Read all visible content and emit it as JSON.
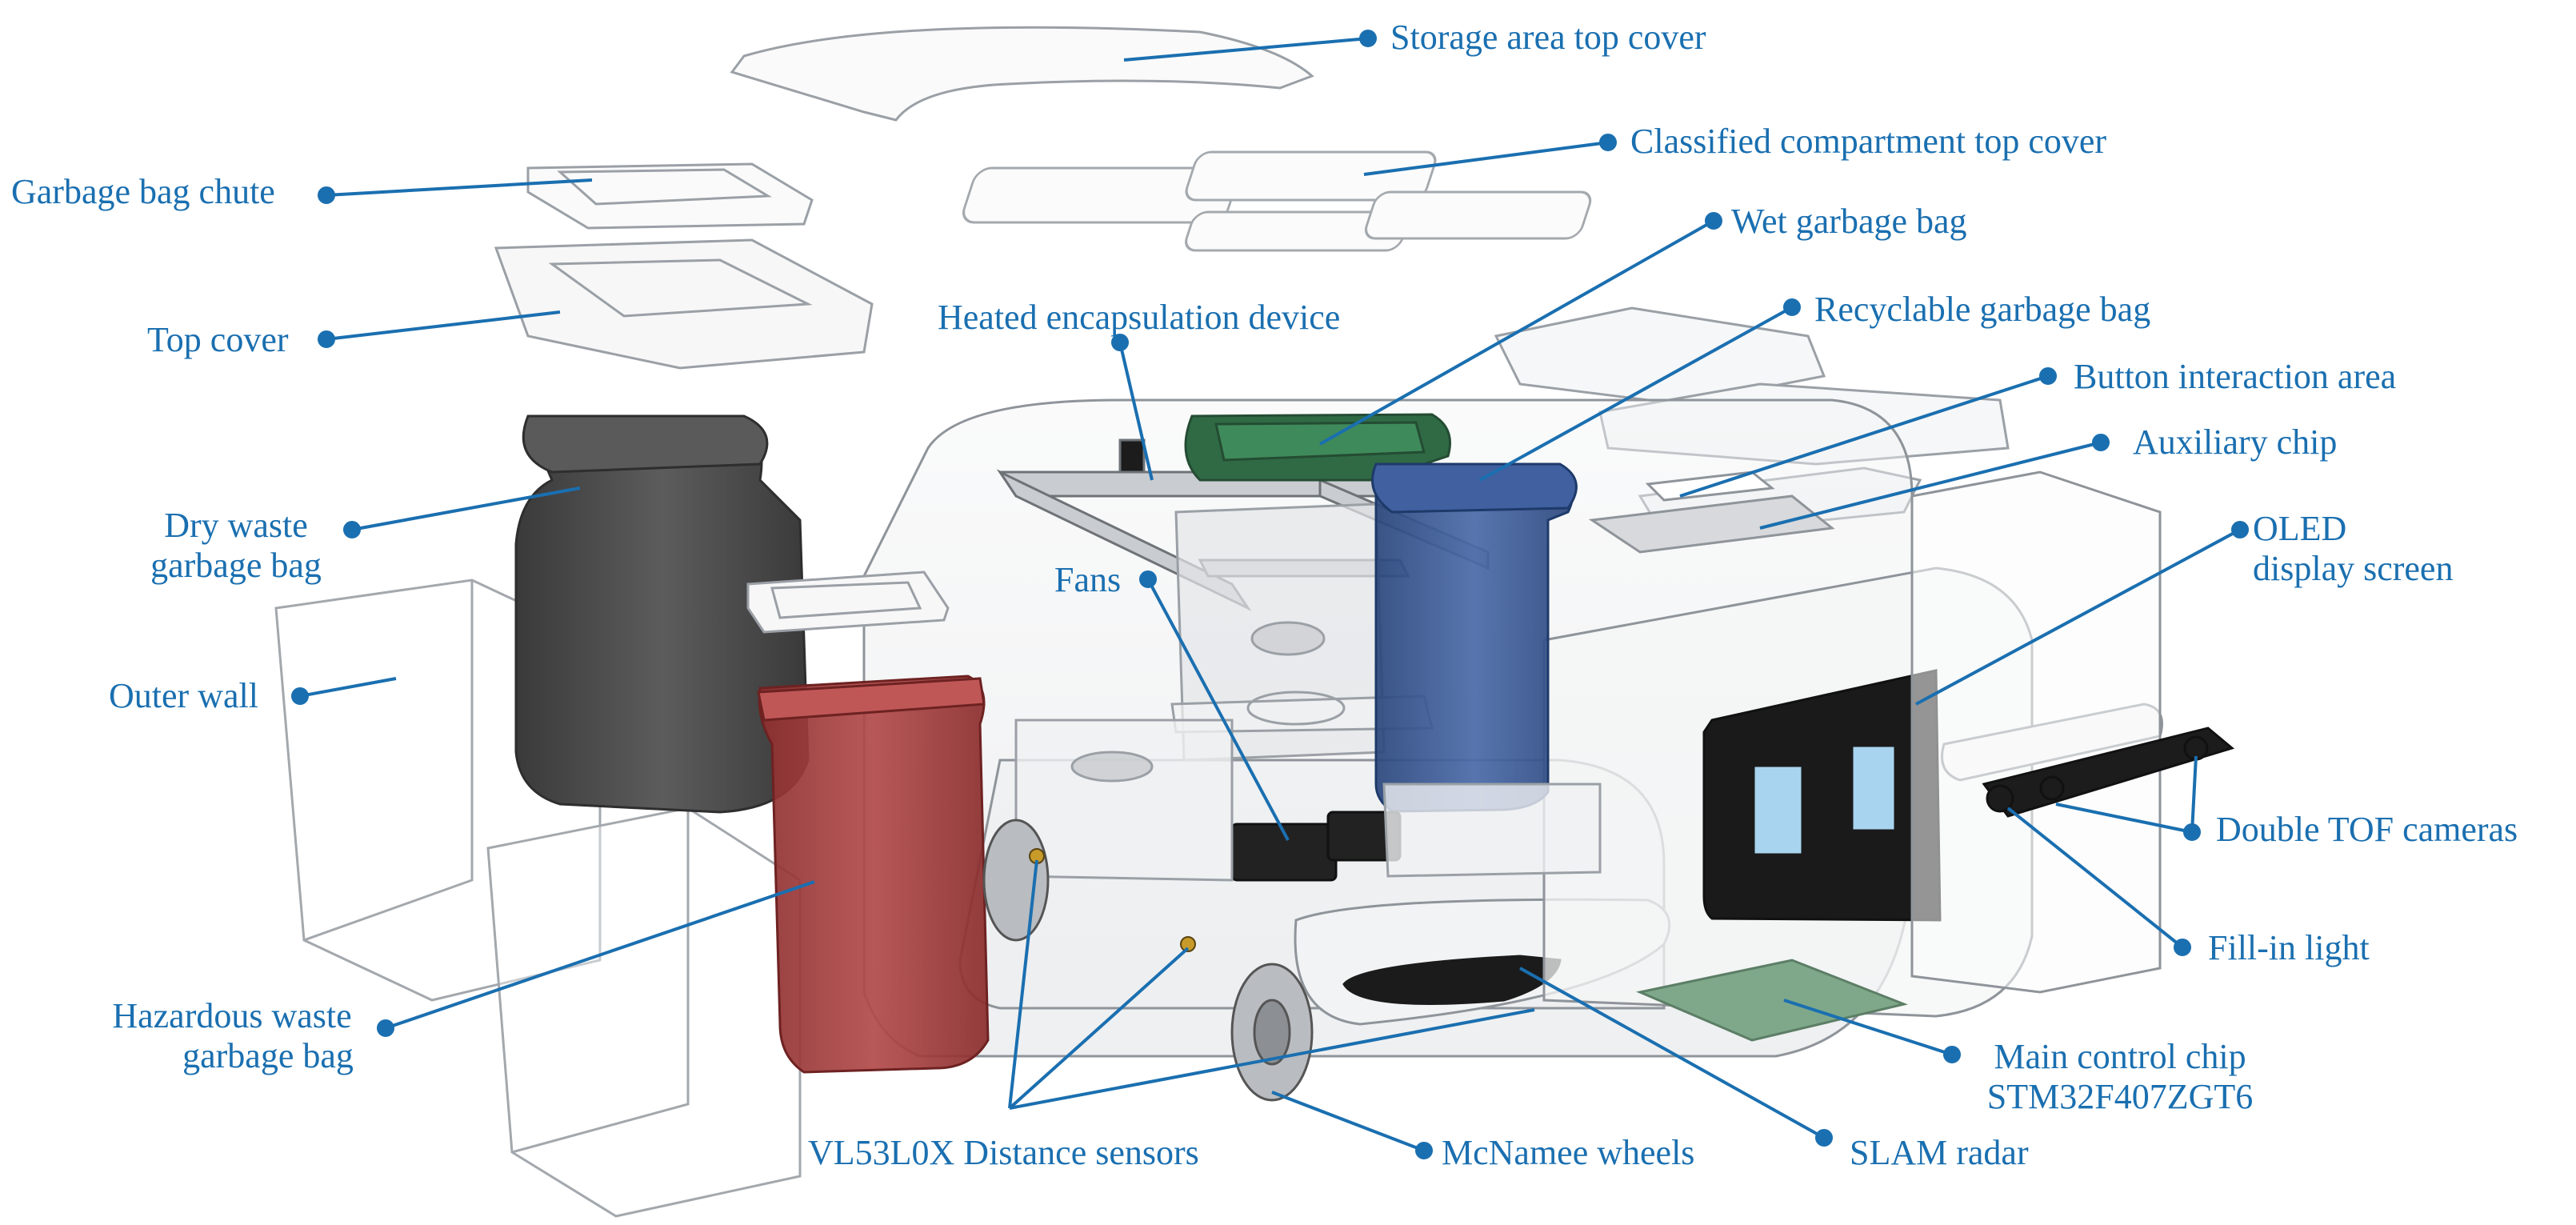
{
  "colors": {
    "label": "#1a6fb0",
    "leader": "#1a6fb0",
    "outline": "#9aa0a6",
    "hazardous_bag": "#a83a3a",
    "dry_bag": "#4a4a4a",
    "wet_bag": "#2f6a45",
    "recyclable_bag": "#2f4f8a",
    "screen": "#1a1a1a",
    "screen_window": "#a8d4ef",
    "chip_board": "#7fa88a"
  },
  "labels": {
    "storage_top_cover": "Storage area top cover",
    "classified_top_cover": "Classified compartment top cover",
    "garbage_bag_chute": "Garbage bag chute",
    "wet_garbage_bag": "Wet garbage bag",
    "heated_encapsulation": "Heated encapsulation device",
    "recyclable_bag": "Recyclable garbage bag",
    "top_cover": "Top cover",
    "button_area": "Button interaction area",
    "auxiliary_chip": "Auxiliary chip",
    "dry_waste_1": "Dry waste",
    "dry_waste_2": "garbage bag",
    "fans": "Fans",
    "oled_1": "OLED",
    "oled_2": "display screen",
    "outer_wall": "Outer wall",
    "double_tof": "Double TOF cameras",
    "fill_in_light": "Fill-in light",
    "hazardous_1": "Hazardous waste",
    "hazardous_2": "garbage bag",
    "main_chip_1": "Main control chip",
    "main_chip_2": "STM32F407ZGT6",
    "vl53l0x": "VL53L0X Distance sensors",
    "mcnamee": "McNamee wheels",
    "slam": "SLAM radar"
  }
}
